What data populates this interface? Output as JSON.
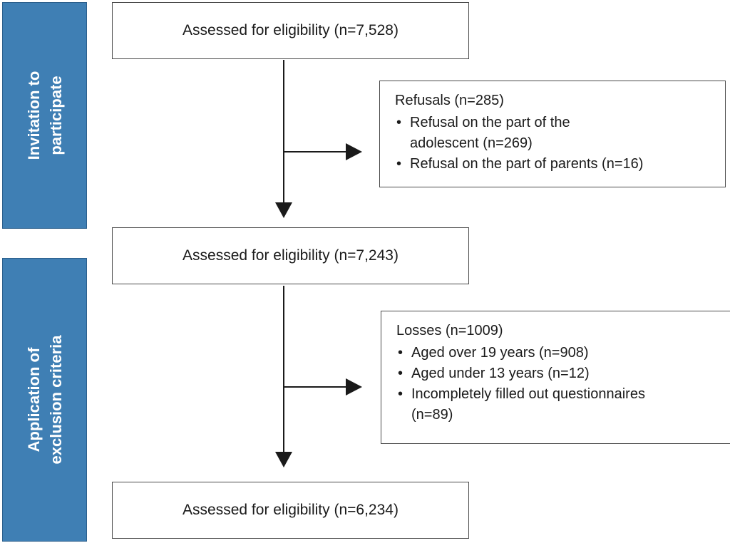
{
  "phases": [
    {
      "label_lines": [
        "Invitation to",
        "participate"
      ]
    },
    {
      "label_lines": [
        "Application of",
        "exclusion criteria"
      ]
    }
  ],
  "steps": [
    {
      "text": "Assessed for eligibility (n=7,528)"
    },
    {
      "text": "Assessed for eligibility (n=7,243)"
    },
    {
      "text": "Assessed for eligibility (n=6,234)"
    }
  ],
  "refusals": {
    "heading": "Refusals (n=285)",
    "items": [
      [
        "Refusal on the part of the",
        "adolescent (n=269)"
      ],
      [
        "Refusal on the part of parents (n=16)"
      ]
    ]
  },
  "losses": {
    "heading": "Losses (n=1009)",
    "items": [
      [
        "Aged over 19 years (n=908)"
      ],
      [
        "Aged under 13 years (n=12)"
      ],
      [
        "Incompletely filled out questionnaires",
        "(n=89)"
      ]
    ]
  },
  "colors": {
    "phase_band": "#3f7fb4",
    "phase_text": "#ffffff",
    "box_border": "#4a4a4a",
    "arrow": "#1a1a1a"
  }
}
